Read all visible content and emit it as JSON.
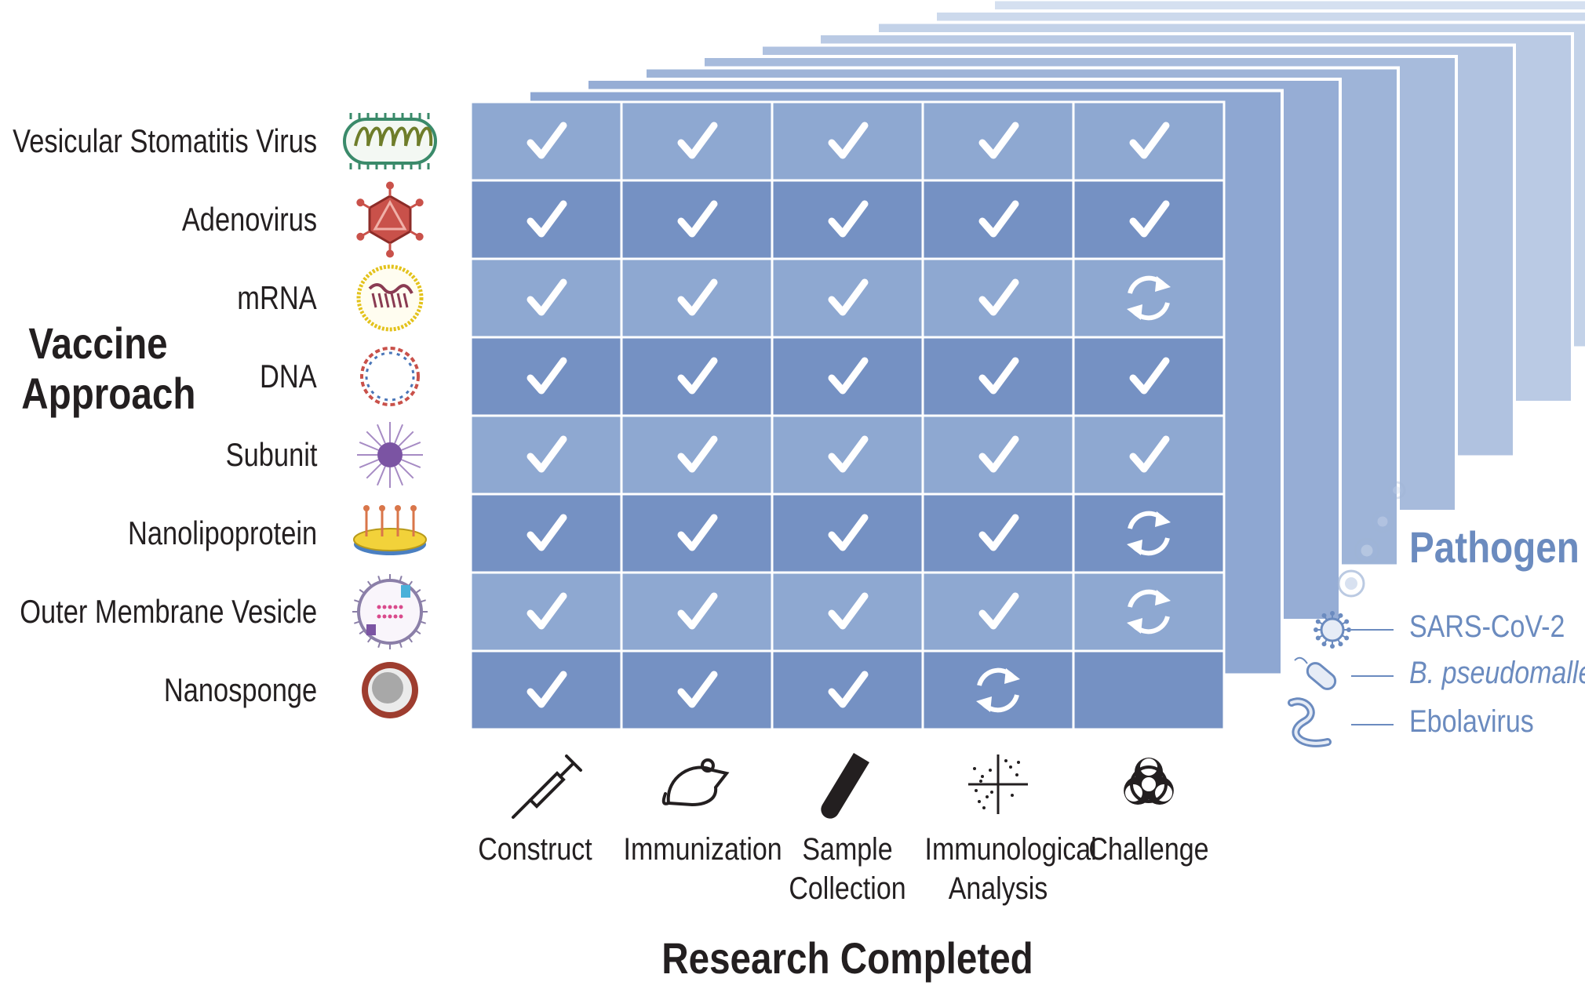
{
  "title_left_line1": "Vaccine",
  "title_left_line2": "Approach",
  "title_bottom": "Research Completed",
  "title_right": "Pathogen",
  "approaches": [
    {
      "label": "Vesicular Stomatitis Virus",
      "icon": "vsv-icon"
    },
    {
      "label": "Adenovirus",
      "icon": "adenovirus-icon"
    },
    {
      "label": "mRNA",
      "icon": "mrna-icon"
    },
    {
      "label": "DNA",
      "icon": "dna-plasmid-icon"
    },
    {
      "label": "Subunit",
      "icon": "subunit-icon"
    },
    {
      "label": "Nanolipoprotein",
      "icon": "nanolipoprotein-icon"
    },
    {
      "label": "Outer Membrane Vesicle",
      "icon": "outer-membrane-vesicle-icon"
    },
    {
      "label": "Nanosponge",
      "icon": "nanosponge-icon"
    }
  ],
  "stages": [
    {
      "line1": "Construct",
      "line2": "",
      "icon": "syringe-icon"
    },
    {
      "line1": "Immunization",
      "line2": "",
      "icon": "mouse-icon"
    },
    {
      "line1": "Sample",
      "line2": "Collection",
      "icon": "test-tube-icon"
    },
    {
      "line1": "Immunological",
      "line2": "Analysis",
      "icon": "scatter-plot-icon"
    },
    {
      "line1": "Challenge",
      "line2": "",
      "icon": "biohazard-icon"
    }
  ],
  "status_matrix": [
    [
      "check",
      "check",
      "check",
      "check",
      "check"
    ],
    [
      "check",
      "check",
      "check",
      "check",
      "check"
    ],
    [
      "check",
      "check",
      "check",
      "check",
      "in-progress"
    ],
    [
      "check",
      "check",
      "check",
      "check",
      "check"
    ],
    [
      "check",
      "check",
      "check",
      "check",
      "check"
    ],
    [
      "check",
      "check",
      "check",
      "check",
      "in-progress"
    ],
    [
      "check",
      "check",
      "check",
      "check",
      "in-progress"
    ],
    [
      "check",
      "check",
      "check",
      "in-progress",
      "none"
    ]
  ],
  "pathogens": [
    {
      "label": "SARS-CoV-2",
      "italic": false,
      "icon": "coronavirus-icon"
    },
    {
      "label": "B. pseudomallei",
      "italic": true,
      "icon": "bacterium-icon"
    },
    {
      "label": "Ebolavirus",
      "italic": false,
      "icon": "ebolavirus-icon"
    }
  ],
  "colors": {
    "cell_light": "#8ea8d1",
    "cell_dark": "#7591c3",
    "label_dark": "#231f20",
    "pathogen_blue": "#6b8bbf"
  }
}
